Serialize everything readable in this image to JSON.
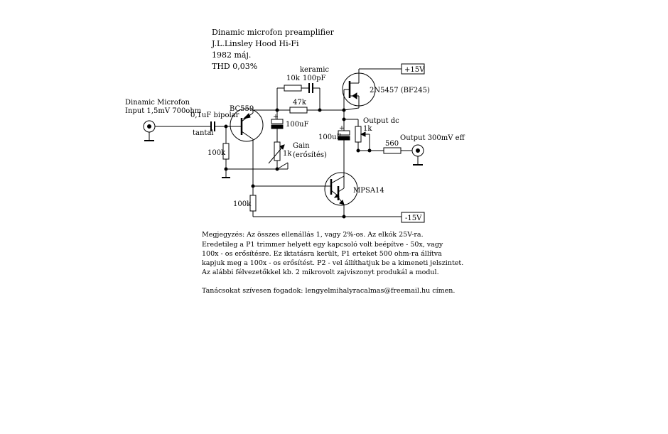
{
  "title": {
    "line1": "Dinamic microfon preamplifier",
    "line2": "J.L.Linsley Hood Hi-Fi",
    "line3": "1982 máj.",
    "line4": "THD 0,03%"
  },
  "input": {
    "label1": "Dinamic Microfon",
    "label2": "Input 1,5mV 700ohm"
  },
  "output": {
    "label": "Output 300mV eff",
    "dc_label": "Output dc",
    "dc_trim": "1k"
  },
  "components": {
    "c_in": "0,1uF bipolar",
    "c_in_type": "tantal",
    "r_bias": "100k",
    "q1": "BC559",
    "c_emit": "100uF",
    "pot_gain": "1k",
    "gain_label1": "Gain",
    "gain_label2": "(erősítés)",
    "r_fb1": "10k",
    "c_fb_type": "keramic",
    "c_fb": "100pF",
    "r_fb2": "47k",
    "q_fet": "2N5457 (BF245)",
    "c_out": "100uF",
    "r_out": "560",
    "q2": "MPSA14",
    "r_base": "100k",
    "plus": "+",
    "plus2": "+"
  },
  "rails": {
    "pos": "+15V",
    "neg": "-15V"
  },
  "notes": {
    "line1": "Megjegyzés:  Az összes ellenállás 1, vagy 2%-os. Az elkók 25V-ra.",
    "line2": "Eredetileg a P1 trimmer helyett egy kapcsoló volt beépítve - 50x, vagy",
    "line3": "100x - os erősítésre. Ez iktatásra került,  P1 erteket 500 ohm-ra állítva",
    "line4": "kapjuk meg a 100x - os erősítést.  P2 - vel állíthatjuk be a kimeneti jelszintet.",
    "line5": "Az alábbi félvezetőkkel kb. 2 mikrovolt zajviszonyt produkál a modul.",
    "contact": "Tanácsokat szívesen fogadok: lengyelmihalyracalmas@freemail.hu címen."
  }
}
